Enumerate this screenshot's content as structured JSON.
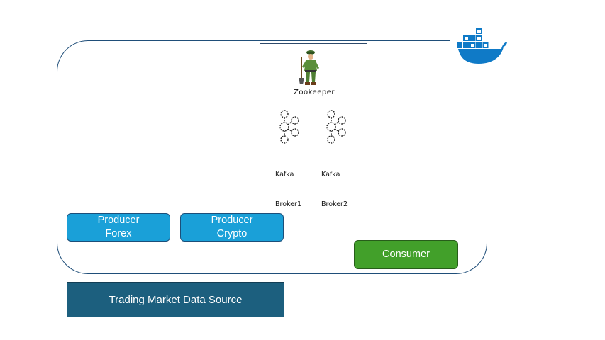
{
  "docker": {
    "icon": "docker-whale-icon",
    "color": "#0f7ac7"
  },
  "zookeeper": {
    "label": "Zookeeper",
    "icon": "zookeeper-figure-icon"
  },
  "brokers": [
    {
      "line1": "Kafka",
      "line2": "Broker1",
      "icon": "kafka-icon"
    },
    {
      "line1": "Kafka",
      "line2": "Broker2",
      "icon": "kafka-icon"
    }
  ],
  "producers": [
    {
      "line1": "Producer",
      "line2": "Forex"
    },
    {
      "line1": "Producer",
      "line2": "Crypto"
    }
  ],
  "consumer": {
    "label": "Consumer"
  },
  "data_source": {
    "label": "Trading Market Data Source"
  },
  "colors": {
    "frame": "#1f4e79",
    "producer": "#1aa0d8",
    "consumer": "#42a02a",
    "data_source": "#1c5f7e"
  }
}
